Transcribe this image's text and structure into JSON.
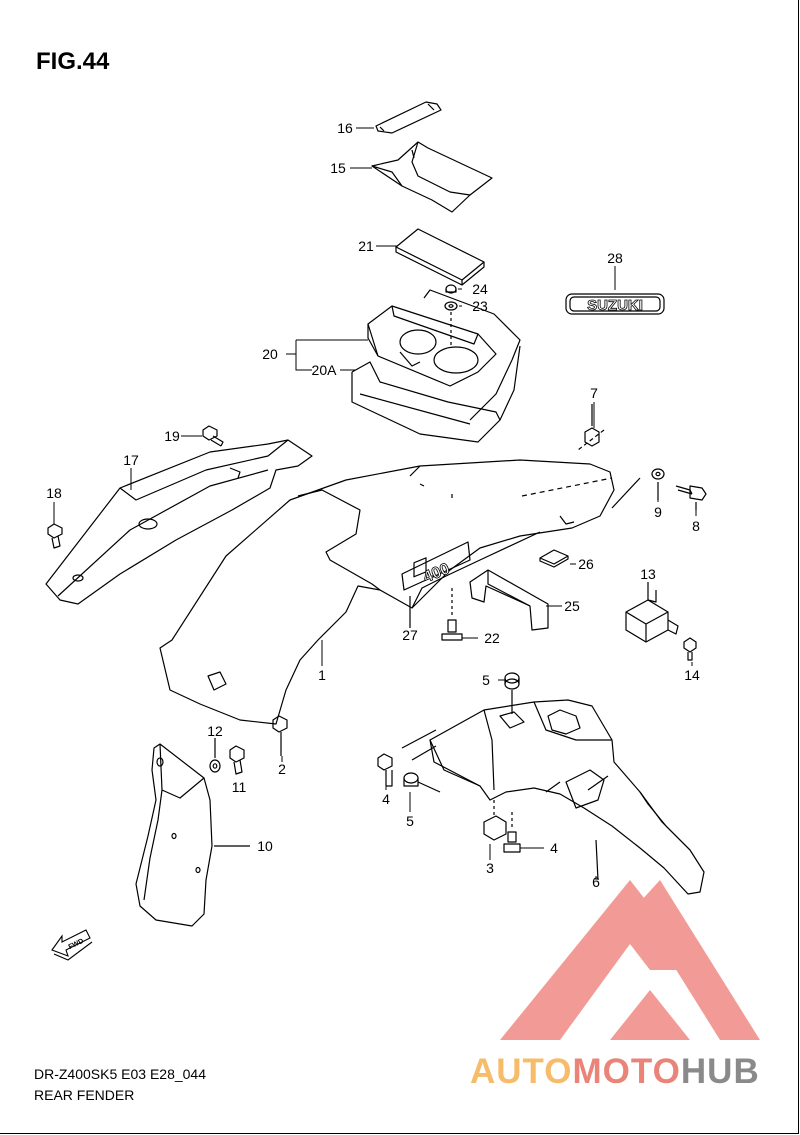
{
  "figure": {
    "title": "FIG.44",
    "model_code": "DR-Z400SK5 E03 E28_044",
    "section_name": "REAR FENDER"
  },
  "labels": {
    "p1": "1",
    "p2": "2",
    "p3": "3",
    "p4a": "4",
    "p4b": "4",
    "p5a": "5",
    "p5b": "5",
    "p6": "6",
    "p7": "7",
    "p8": "8",
    "p9": "9",
    "p10": "10",
    "p11": "11",
    "p12": "12",
    "p13": "13",
    "p14": "14",
    "p15": "15",
    "p16": "16",
    "p17": "17",
    "p18": "18",
    "p19": "19",
    "p20": "20",
    "p20a": "20A",
    "p21": "21",
    "p22": "22",
    "p23": "23",
    "p24": "24",
    "p25": "25",
    "p26": "26",
    "p27": "27",
    "p28": "28"
  },
  "emblem_text": "SUZUKI",
  "decal_text": "400",
  "fwd_arrow_text": "FWD",
  "watermark": {
    "part_a": "AUTO",
    "part_b": "MOTO",
    "part_c": "HUB",
    "color_a": "#f6bc6a",
    "color_b": "#ea8478",
    "color_c": "#8a8a8a",
    "logo_color": "#f08a84"
  }
}
